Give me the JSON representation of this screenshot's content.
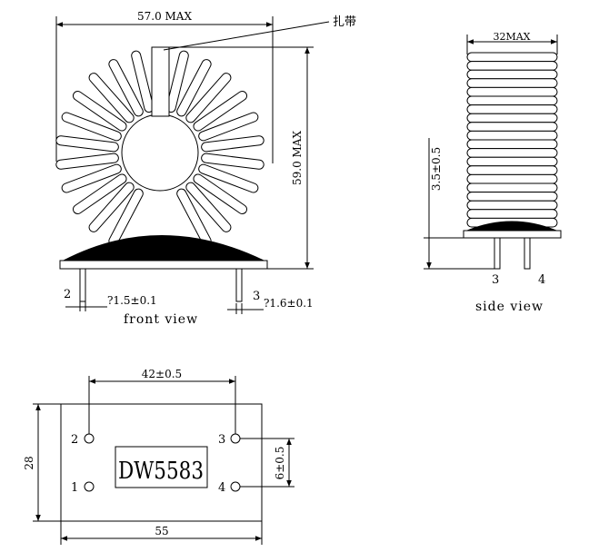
{
  "front_view": {
    "width_label": "57.0 MAX",
    "height_label": "59.0 MAX",
    "tie_label": "扎带",
    "pin_left_num": "2",
    "pin_right_num": "3",
    "pin_left_dim": "?1.5±0.1",
    "pin_right_dim": "?1.6±0.1",
    "caption": "front view"
  },
  "side_view": {
    "width_label": "32MAX",
    "height_label": "3.5±0.5",
    "pin_left_num": "3",
    "pin_right_num": "4",
    "caption": "side view"
  },
  "bottom_view": {
    "pin_spacing_label": "42±0.5",
    "width_label": "55",
    "height_label": "28",
    "pin_vertical_label": "6±0.5",
    "part_number": "DW5583",
    "pins": [
      "2",
      "1",
      "3",
      "4"
    ]
  }
}
